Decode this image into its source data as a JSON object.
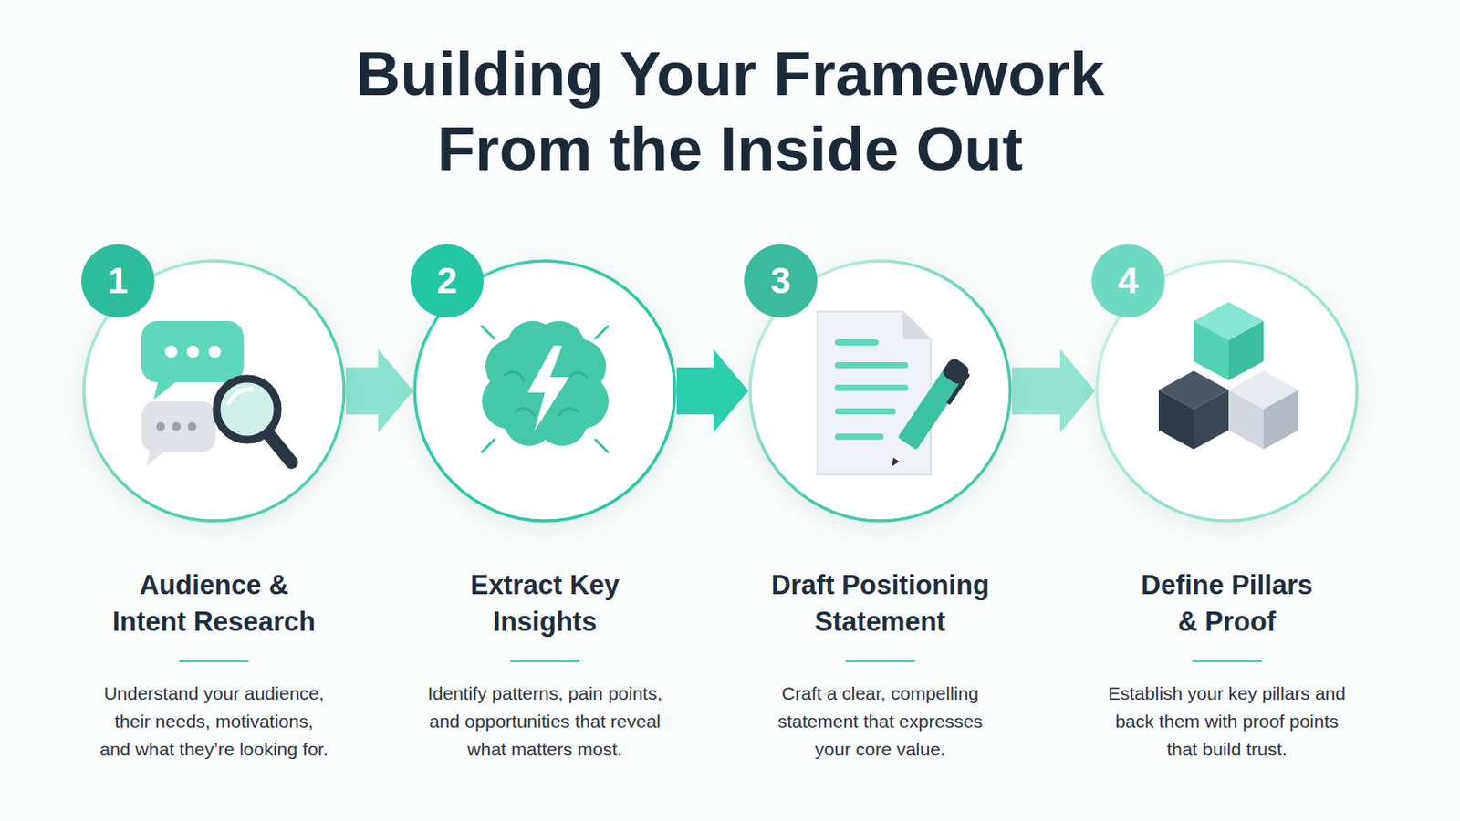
{
  "diagram": {
    "title": "Building Your Framework From the Inside Out",
    "nodes": [
      {
        "text": [
          "1"
        ]
      },
      {
        "text": [
          "Audience & Intent Research",
          "Understand your audience, their needs, motivations, and what they’re looking for."
        ]
      },
      {
        "text": [
          "2"
        ]
      },
      {
        "text": [
          "Extract Key Insights",
          "Identify patterns, pain points, and opportunities that reveal what matters most."
        ]
      },
      {
        "text": [
          "3"
        ]
      },
      {
        "text": [
          "Draft Positioning Statement",
          "Craft a clear, compelling statement that expresses your core value."
        ]
      },
      {
        "text": [
          "4"
        ]
      },
      {
        "text": [
          "Define Pillars & Proof",
          "Establish your key pillars and back them with proof points that build trust."
        ]
      }
    ],
    "edges": [
      {
        "from": 1,
        "to": 3,
        "arrow": "to"
      },
      {
        "from": 3,
        "to": 5,
        "arrow": "to"
      },
      {
        "from": 5,
        "to": 7,
        "arrow": "to"
      }
    ]
  }
}
